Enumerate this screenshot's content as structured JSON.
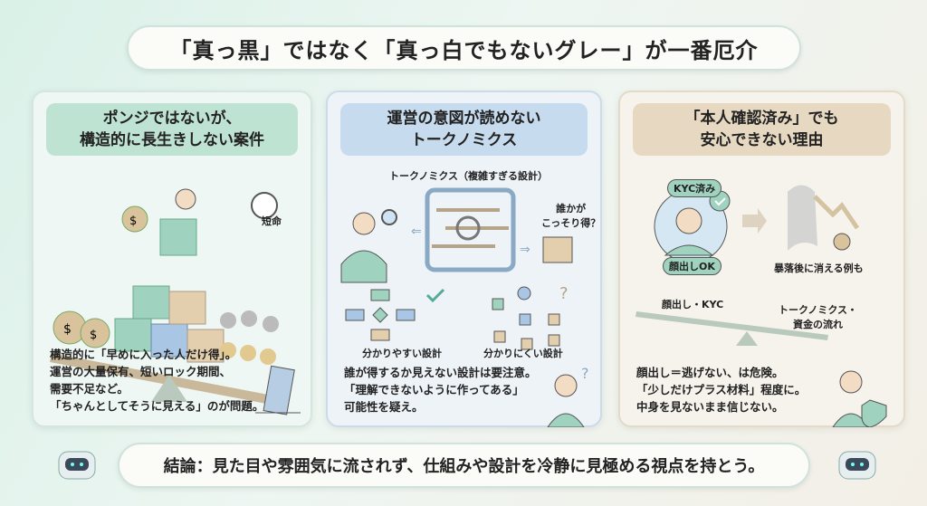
{
  "title": "「真っ黒」ではなく「真っ白でもないグレー」が一番厄介",
  "cards": [
    {
      "heading": [
        "ポンジではないが、",
        "構造的に長生きしない案件"
      ],
      "labels": {
        "clock": "短命"
      },
      "body": [
        "構造的に「早めに入った人だけ得」。",
        "運営の大量保有、短いロック期間、",
        "需要不足など。",
        "「ちゃんとしてそうに見える」のが問題。"
      ]
    },
    {
      "heading": [
        "運営の意図が読めない",
        "トークノミクス"
      ],
      "labels": {
        "maze": "トークノミクス（複雑すぎる設計）",
        "gain": [
          "誰かが",
          "こっそり得？"
        ],
        "simple": "分かりやすい設計",
        "complex": "分かりにくい設計"
      },
      "body": [
        "誰が得するか見えない設計は要注意。",
        "「理解できないように作ってある」",
        "可能性を疑え。"
      ]
    },
    {
      "heading": [
        "「本人確認済み」でも",
        "安心できない理由"
      ],
      "labels": {
        "kyc": "KYC済み",
        "face": "顔出しOK",
        "vanish": "暴落後に消える例も",
        "left": "顔出し・KYC",
        "right": [
          "トークノミクス・",
          "資金の流れ"
        ]
      },
      "body": [
        "顔出し＝逃げない、は危険。",
        "「少しだけプラス材料」程度に。",
        "中身を見ないまま信じない。"
      ]
    }
  ],
  "conclusion": "結論：見た目や雰囲気に流されず、仕組みや設計を冷静に見極める視点を持とう。"
}
